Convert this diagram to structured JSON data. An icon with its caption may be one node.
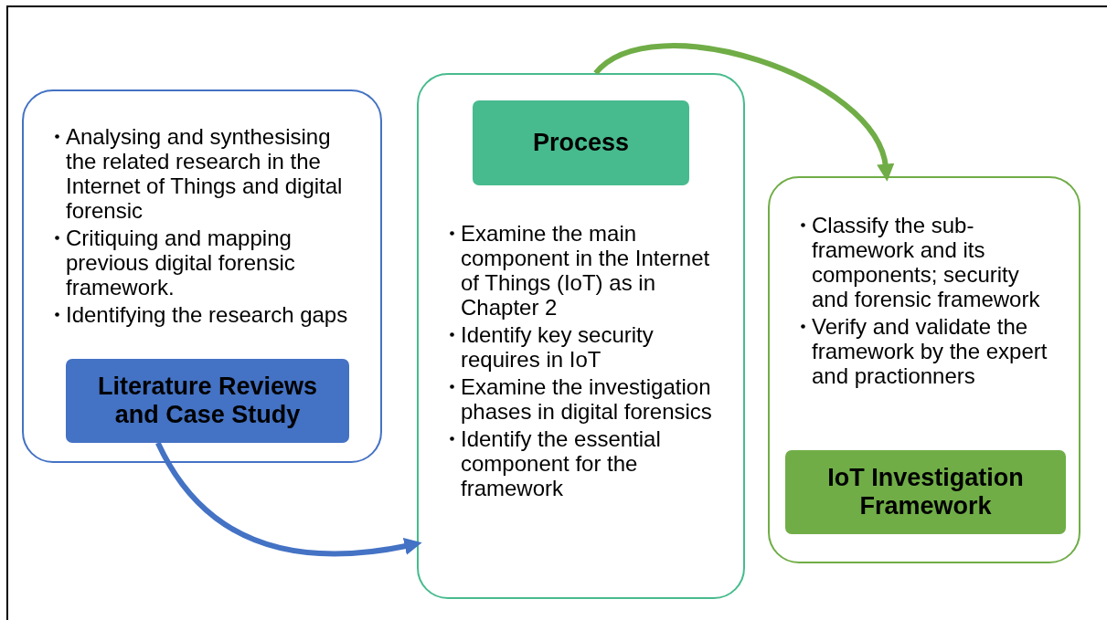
{
  "diagram": {
    "nodes": [
      {
        "text": [
          "Analysing and synthesising the related research in the Internet of Things and digital forensic",
          "Critiquing and mapping previous digital forensic framework.",
          "Identifying the research gaps"
        ]
      },
      {
        "text": [
          "Literature Reviews and Case Study"
        ],
        "in": 0
      },
      {
        "text": [
          "Examine the main component in the Internet of Things (IoT) as in Chapter 2",
          "Identify key security requires in IoT",
          "Examine the investigation phases in digital forensics",
          "Identify the essential component for the framework"
        ]
      },
      {
        "text": [
          "Process"
        ],
        "in": 2
      },
      {
        "text": [
          "Classify the sub-framework and its components; security and forensic framework",
          "Verify and validate the framework by the expert and practionners"
        ]
      },
      {
        "text": [
          "IoT Investigation Framework"
        ],
        "in": 4
      }
    ],
    "edges": [
      {
        "from": 1,
        "to": 2,
        "arrow": "to",
        "color": "#4472c4"
      },
      {
        "from": 2,
        "to": 4,
        "arrow": "to",
        "color": "#70ad47"
      }
    ]
  }
}
